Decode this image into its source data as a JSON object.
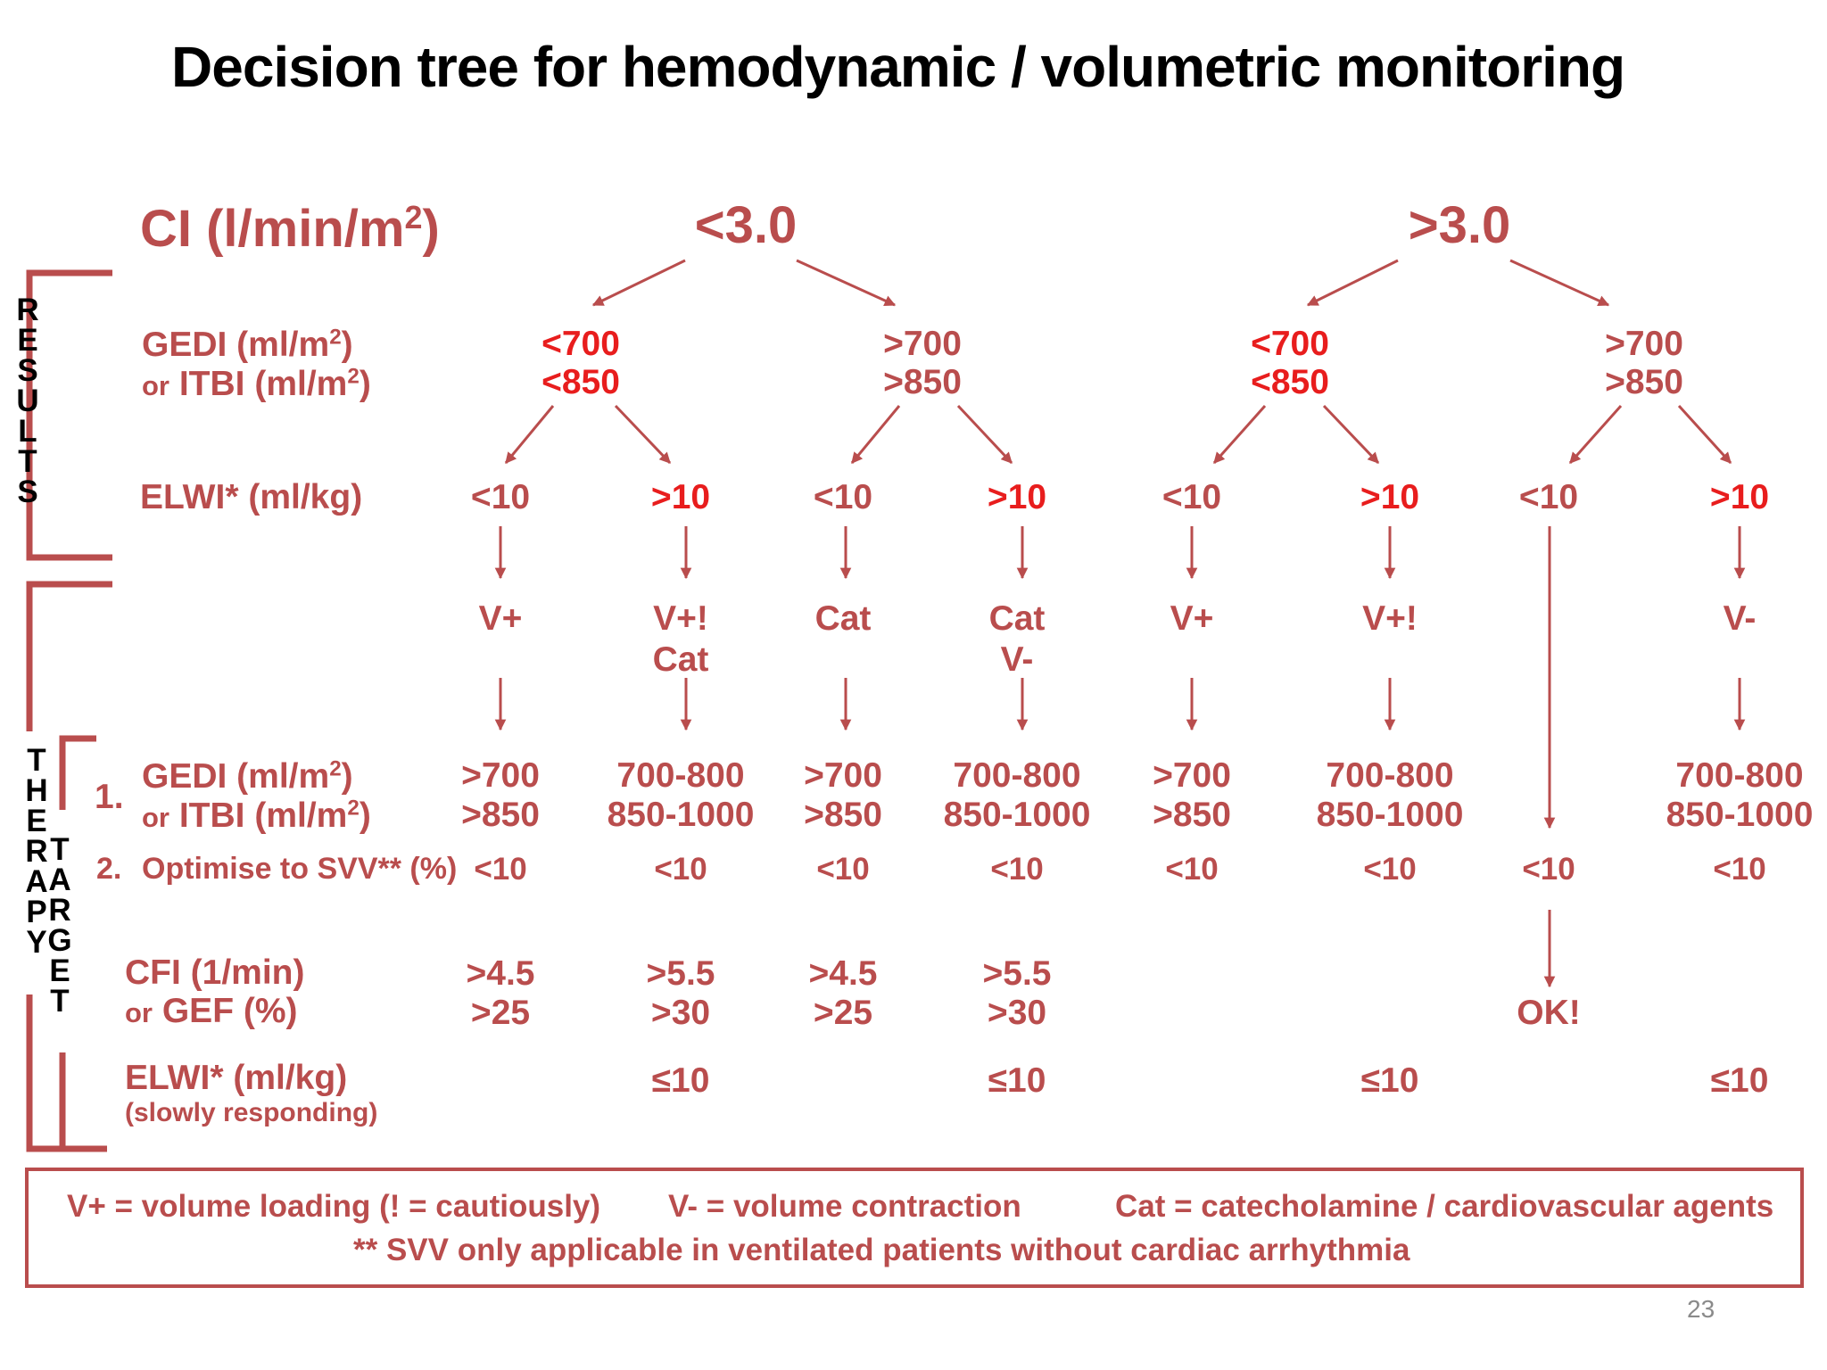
{
  "title": "Decision tree for hemodynamic / volumetric monitoring",
  "side_labels": {
    "results": [
      "R",
      "E",
      "S",
      "U",
      "L",
      "T",
      "S"
    ],
    "therapy": [
      "T",
      "H",
      "E",
      "R",
      "A",
      "P",
      "Y"
    ],
    "target": [
      "T",
      "A",
      "R",
      "G",
      "E",
      "T"
    ]
  },
  "row_labels": {
    "ci": "CI (l/min/m",
    "ci_sup": "2",
    "ci_end": ")",
    "gedi": "GEDI (ml/m",
    "gedi_sup": "2",
    "gedi_end": ")",
    "or1": "or",
    "itbi": "ITBI (ml/m",
    "itbi_sup": "2",
    "itbi_end": ")",
    "elwi": "ELWI* (ml/kg)",
    "step1": "1.",
    "gedi2": "GEDI (ml/m",
    "gedi2_sup": "2",
    "gedi2_end": ")",
    "or2": "or",
    "itbi2": "ITBI (ml/m",
    "itbi2_sup": "2",
    "itbi2_end": ")",
    "step2": "2.",
    "svv": "Optimise to SVV** (%)",
    "cfi": "CFI (1/min)",
    "or3": "or",
    "gef": "GEF (%)",
    "elwi2": "ELWI* (ml/kg)",
    "slow": "(slowly responding)"
  },
  "ci_values": [
    "<3.0",
    ">3.0"
  ],
  "gedi_branches": [
    {
      "gedi": "<700",
      "itbi": "<850"
    },
    {
      "gedi": ">700",
      "itbi": ">850"
    },
    {
      "gedi": "<700",
      "itbi": "<850"
    },
    {
      "gedi": ">700",
      "itbi": ">850"
    }
  ],
  "columns": [
    {
      "elwi": "<10",
      "therapy": [
        "V+"
      ],
      "target_gedi": ">700",
      "target_itbi": ">850",
      "svv": "<10",
      "cfi": ">4.5",
      "gef": ">25",
      "elwi_target": ""
    },
    {
      "elwi": ">10",
      "therapy": [
        "V+!",
        "Cat"
      ],
      "target_gedi": "700-800",
      "target_itbi": "850-1000",
      "svv": "<10",
      "cfi": ">5.5",
      "gef": ">30",
      "elwi_target": "≤10"
    },
    {
      "elwi": "<10",
      "therapy": [
        "Cat"
      ],
      "target_gedi": ">700",
      "target_itbi": ">850",
      "svv": "<10",
      "cfi": ">4.5",
      "gef": ">25",
      "elwi_target": ""
    },
    {
      "elwi": ">10",
      "therapy": [
        "Cat",
        "V-"
      ],
      "target_gedi": "700-800",
      "target_itbi": "850-1000",
      "svv": "<10",
      "cfi": ">5.5",
      "gef": ">30",
      "elwi_target": "≤10"
    },
    {
      "elwi": "<10",
      "therapy": [
        "V+"
      ],
      "target_gedi": ">700",
      "target_itbi": ">850",
      "svv": "<10",
      "cfi": "",
      "gef": "",
      "elwi_target": ""
    },
    {
      "elwi": ">10",
      "therapy": [
        "V+!"
      ],
      "target_gedi": "700-800",
      "target_itbi": "850-1000",
      "svv": "<10",
      "cfi": "",
      "gef": "",
      "elwi_target": "≤10"
    },
    {
      "elwi": "<10",
      "therapy": [],
      "target_gedi": "",
      "target_itbi": "",
      "svv": "<10",
      "cfi": "",
      "gef": "OK!",
      "elwi_target": ""
    },
    {
      "elwi": ">10",
      "therapy": [
        "V-"
      ],
      "target_gedi": "700-800",
      "target_itbi": "850-1000",
      "svv": "<10",
      "cfi": "",
      "gef": "",
      "elwi_target": "≤10"
    }
  ],
  "legend": {
    "vplus": "V+ = volume loading (! = cautiously)",
    "vminus": "V- = volume contraction",
    "cat": "Cat = catecholamine / cardiovascular agents",
    "svv_note": "** SVV only applicable in ventilated patients without cardiac arrhythmia"
  },
  "page_number": "23",
  "colors": {
    "label": "#b94d4d",
    "highlight": "#e81d1d",
    "text": "#000000"
  }
}
